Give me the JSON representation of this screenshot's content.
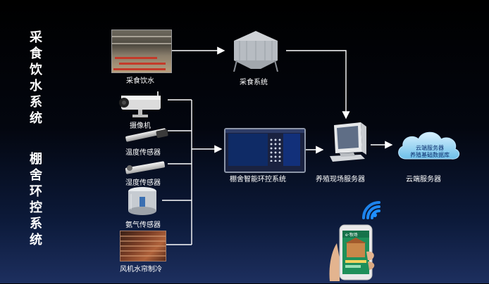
{
  "sections": {
    "feeding_label": "采食饮水系统",
    "environment_label": "棚舍环控系统"
  },
  "nodes": {
    "feed_water": "采食饮水",
    "feeding_system": "采食系统",
    "camera": "摄像机",
    "temp_sensor": "温度传感器",
    "humidity_sensor": "湿度传感器",
    "ammonia_sensor": "氨气传感器",
    "fan_curtain": "风机水帘制冷",
    "env_control": "棚舍智能环控系统",
    "farm_server": "养殖现场服务器",
    "cloud_server": "云端服务器"
  },
  "cloud_inner": {
    "line1": "云端服务器",
    "line2": "养殖基础数据库"
  },
  "phone_app_title": "e·牧场",
  "colors": {
    "background_top": "#000000",
    "background_bottom": "#1d2f5f",
    "line": "#ffffff",
    "cloud": "#7cc9ee",
    "wifi": "#1f8fff",
    "phone_screen": "#1e8f5a"
  }
}
